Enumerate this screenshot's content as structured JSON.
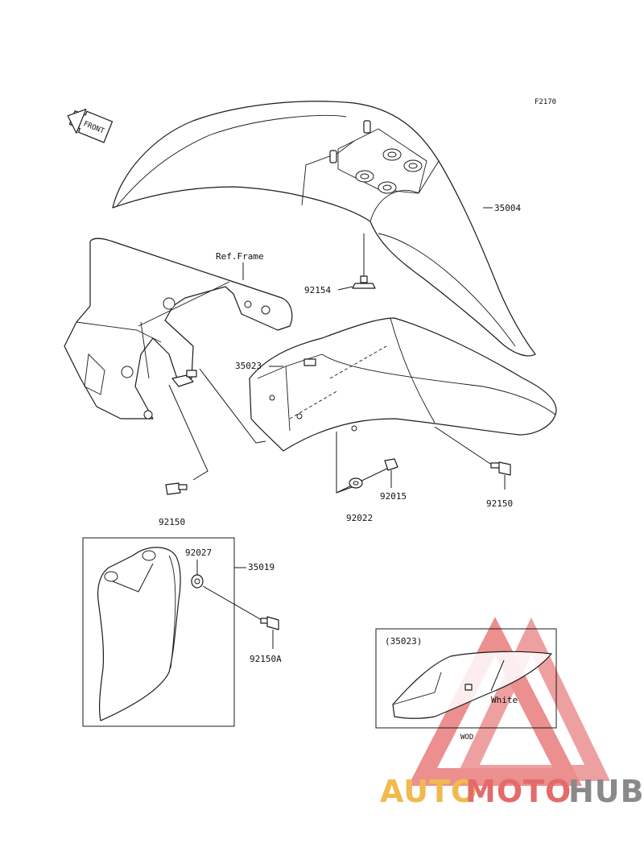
{
  "figure_code": "F2170",
  "front_arrow_label": "FRONT",
  "callouts": {
    "front_fender": "35004",
    "frame_ref": "Ref.Frame",
    "bolt_top": "92154",
    "fender_cover": "35023",
    "bolt_left": "92150",
    "nut": "92015",
    "washer": "92022",
    "bolt_right": "92150",
    "washer_guard": "92027",
    "mud_guard": "35019",
    "bolt_guard": "92150A"
  },
  "inset": {
    "title": "(35023)",
    "color_label": "White",
    "code_label": "WOD"
  },
  "watermark": {
    "part1": "AUTO",
    "part2": "MOTO",
    "part3": "HUB",
    "color_orange": "#f2b94e",
    "color_red": "#e56a6a",
    "color_gray": "#8a8a8a"
  }
}
